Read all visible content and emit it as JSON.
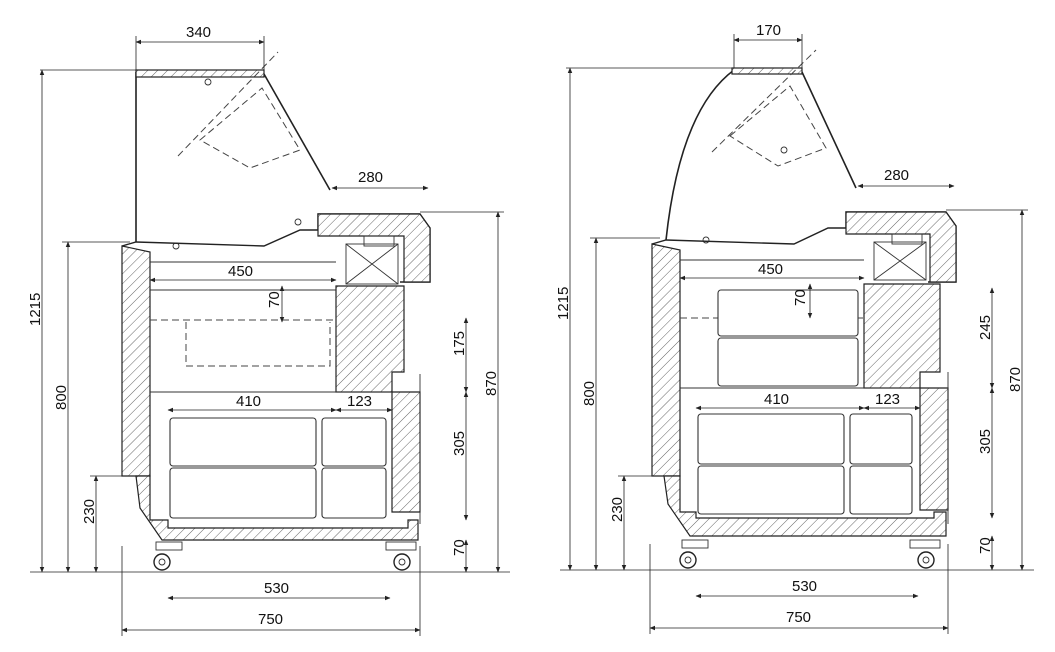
{
  "views": [
    {
      "name": "straight-glass",
      "dims": {
        "top_width": "340",
        "front_top": "280",
        "pan_width": "450",
        "pan_depth": "70",
        "left_bin": "410",
        "right_bin": "123",
        "door_upper": "175",
        "door_lower": "305",
        "counter_height": "870",
        "total_height": "1215",
        "body_height": "800",
        "base_height": "230",
        "wheel_height": "70",
        "wheel_base": "530",
        "overall_depth": "750"
      }
    },
    {
      "name": "curved-glass",
      "dims": {
        "top_width": "170",
        "front_top": "280",
        "pan_width": "450",
        "pan_depth": "70",
        "left_bin": "410",
        "right_bin": "123",
        "door_upper": "245",
        "door_lower": "305",
        "counter_height": "870",
        "total_height": "1215",
        "body_height": "800",
        "base_height": "230",
        "wheel_height": "70",
        "wheel_base": "530",
        "overall_depth": "750"
      }
    }
  ]
}
